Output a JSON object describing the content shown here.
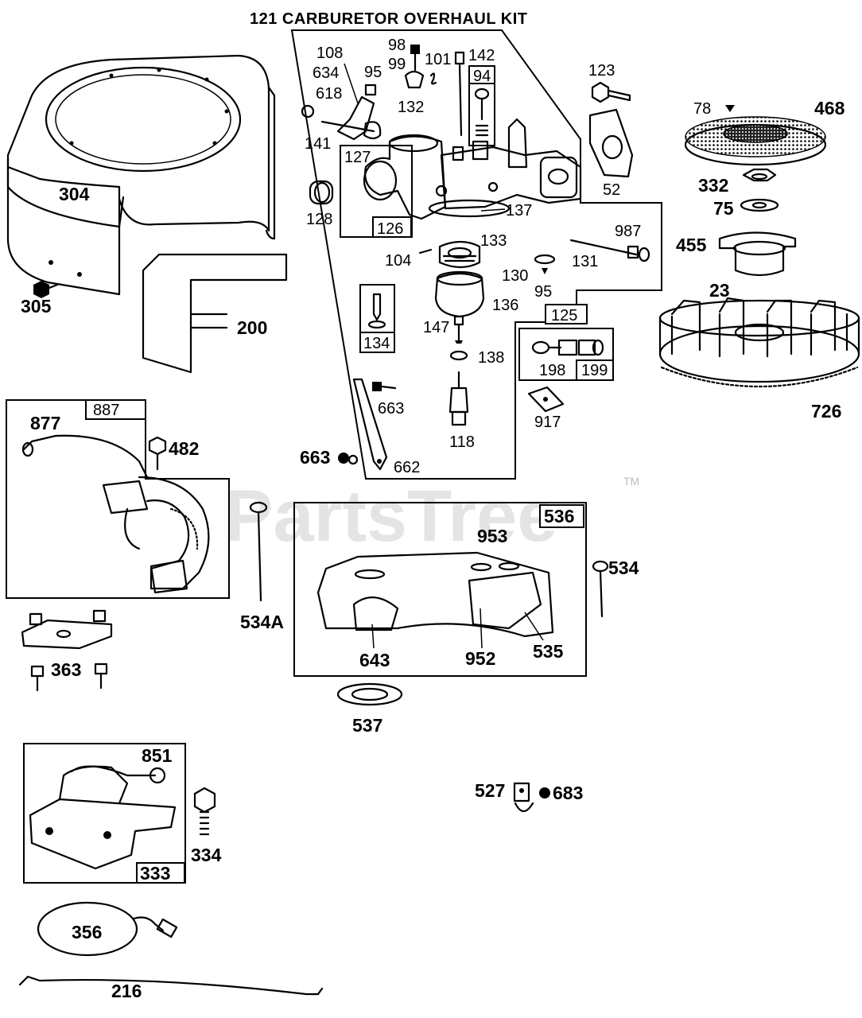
{
  "title": "121 CARBURETOR OVERHAUL KIT",
  "watermark": "PartsTree",
  "watermark_tm": "TM",
  "labels": {
    "p304": "304",
    "p305": "305",
    "p200": "200",
    "p108": "108",
    "p634": "634",
    "p618": "618",
    "p95a": "95",
    "p98": "98",
    "p99": "99",
    "p101": "101",
    "p142": "142",
    "p94": "94",
    "p132": "132",
    "p141": "141",
    "p127": "127",
    "p128": "128",
    "p126": "126",
    "p137": "137",
    "p133": "133",
    "p104": "104",
    "p136": "136",
    "p130": "130",
    "p95b": "95",
    "p131": "131",
    "p987": "987",
    "p125": "125",
    "p134": "134",
    "p147": "147",
    "p138": "138",
    "p663a": "663",
    "p118": "118",
    "p662": "662",
    "p663b": "663",
    "p198": "198",
    "p199": "199",
    "p917": "917",
    "p123": "123",
    "p52": "52",
    "p78": "78",
    "p468": "468",
    "p332": "332",
    "p75": "75",
    "p455": "455",
    "p23": "23",
    "p726": "726",
    "p887": "887",
    "p877": "877",
    "p482": "482",
    "p363": "363",
    "p534a": "534A",
    "p536": "536",
    "p953": "953",
    "p534": "534",
    "p643": "643",
    "p952": "952",
    "p535": "535",
    "p537": "537",
    "p851": "851",
    "p334": "334",
    "p333": "333",
    "p356": "356",
    "p216": "216",
    "p527": "527",
    "p683": "683"
  }
}
